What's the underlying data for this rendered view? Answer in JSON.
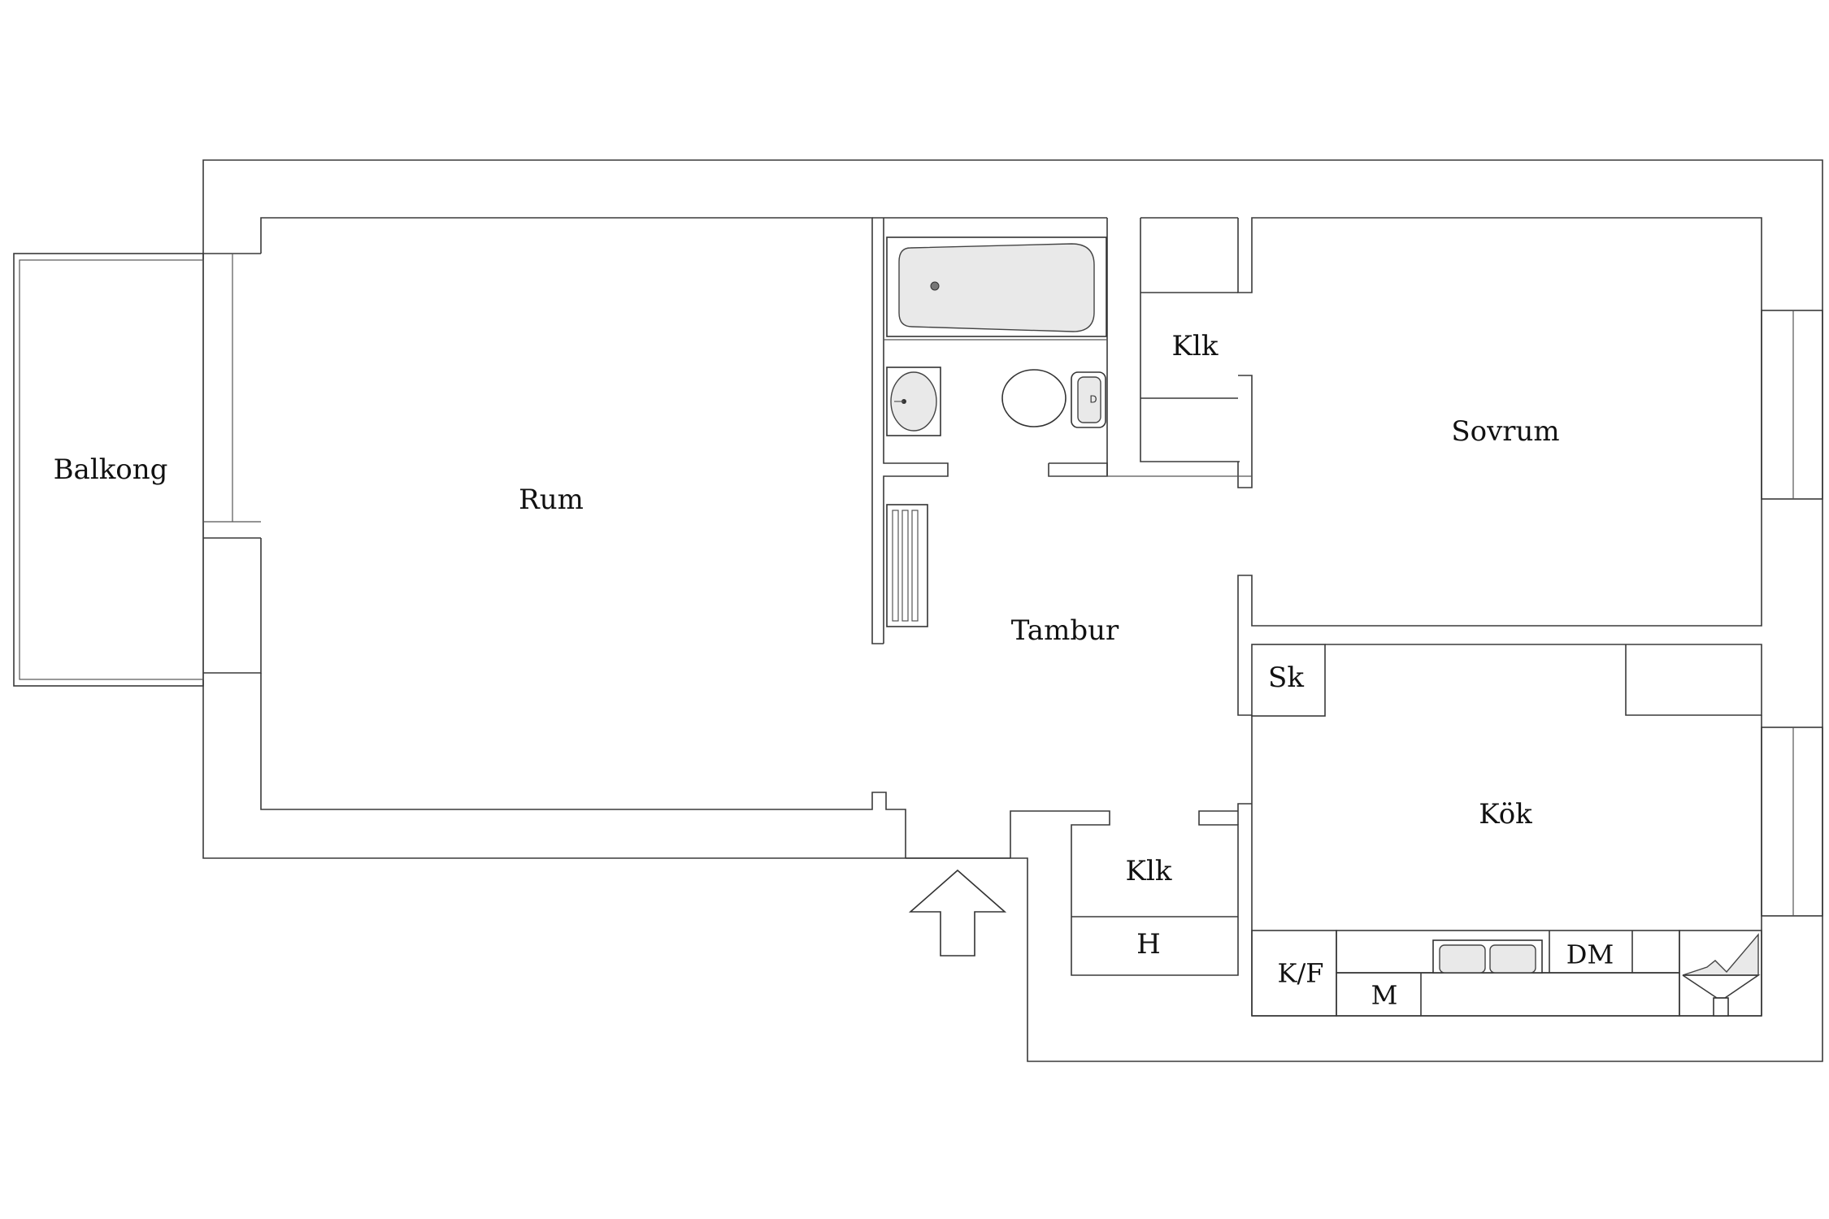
{
  "rooms": {
    "balkong": "Balkong",
    "rum": "Rum",
    "tambur": "Tambur",
    "klk_top": "Klk",
    "sovrum": "Sovrum",
    "sk": "Sk",
    "kok": "Kök",
    "klk_bottom": "Klk",
    "h": "H",
    "kf": "K/F",
    "m": "M",
    "dm": "DM"
  },
  "icons": {
    "bathtub": "bathtub-icon",
    "washbasin": "washbasin-icon",
    "toilet": "toilet-icon",
    "radiator": "radiator-icon",
    "entrance": "entrance-arrow-icon",
    "kitchen_sink": "kitchen-sink-icon",
    "range_hood": "range-hood-icon"
  },
  "toilet_marker": "D",
  "colors": {
    "stroke": "#3a3a3a",
    "background": "#ffffff"
  }
}
